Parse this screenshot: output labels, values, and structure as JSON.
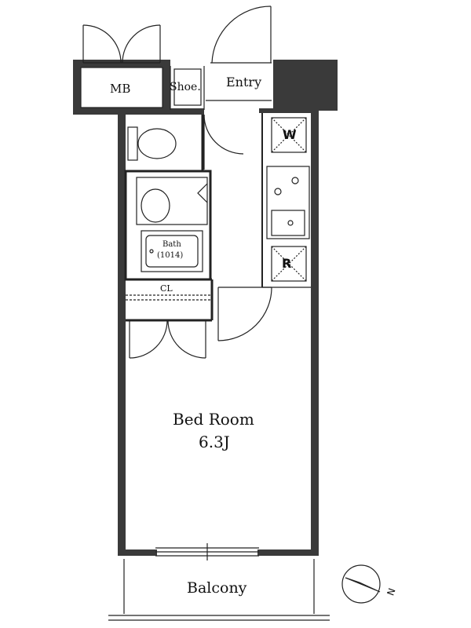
{
  "labels": {
    "mb": "MB",
    "shoe": "Shoe.",
    "entry": "Entry",
    "washer": "W",
    "bath": "Bath",
    "bath_size": "(1014)",
    "fridge": "R",
    "closet": "CL",
    "bedroom_name": "Bed Room",
    "bedroom_size": "6.3J",
    "balcony": "Balcony",
    "north": "N"
  }
}
